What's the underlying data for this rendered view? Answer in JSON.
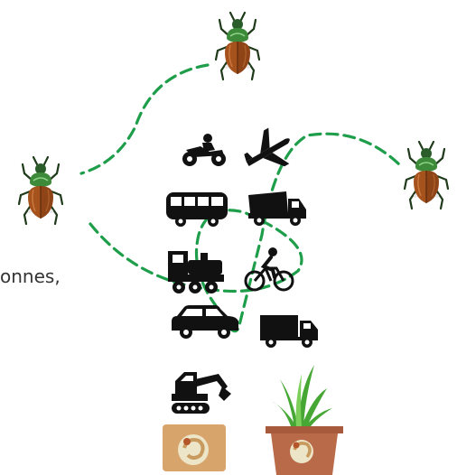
{
  "partial_text": "onnes,",
  "icons": [
    {
      "name": "beetle-icon-top",
      "kind": "beetle"
    },
    {
      "name": "beetle-icon-left",
      "kind": "beetle"
    },
    {
      "name": "beetle-icon-right",
      "kind": "beetle"
    },
    {
      "name": "motorcycle-icon",
      "kind": "motorcycle"
    },
    {
      "name": "airplane-icon",
      "kind": "airplane"
    },
    {
      "name": "bus-icon",
      "kind": "bus"
    },
    {
      "name": "dump-truck-icon",
      "kind": "dump-truck"
    },
    {
      "name": "train-icon",
      "kind": "train"
    },
    {
      "name": "cyclist-icon",
      "kind": "bicycle"
    },
    {
      "name": "car-icon",
      "kind": "car"
    },
    {
      "name": "delivery-truck-icon",
      "kind": "truck"
    },
    {
      "name": "excavator-icon",
      "kind": "excavator"
    },
    {
      "name": "soil-sample-icon",
      "kind": "soil-with-larva"
    },
    {
      "name": "potted-grass-icon",
      "kind": "potted-plant-with-larva"
    }
  ],
  "colors": {
    "path": "#1e9e4a",
    "beetle_body": "#9a4f1f",
    "beetle_head": "#2f6b2f",
    "vehicle": "#111111",
    "soil_box": "#d7a46b",
    "pot": "#b96a48",
    "grass": "#46a735"
  }
}
